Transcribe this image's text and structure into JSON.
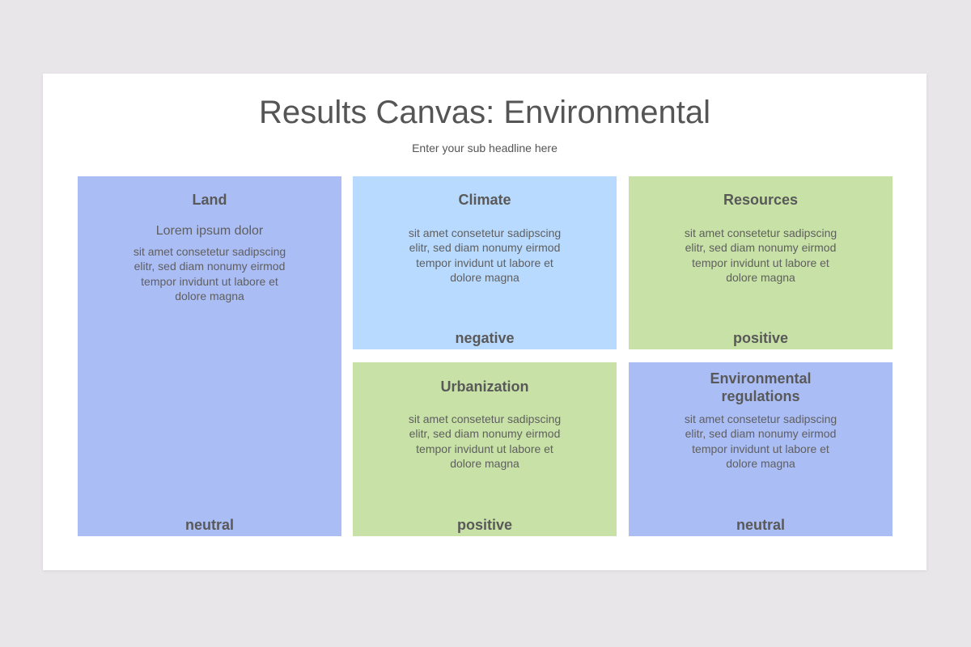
{
  "title": "Results Canvas: Environmental",
  "subtitle": "Enter your sub headline here",
  "colors": {
    "background": "#e8e6e8",
    "slide": "#ffffff",
    "blue": "#abbdf5",
    "light_blue": "#b8daff",
    "green": "#c7e1a6",
    "text": "#555555"
  },
  "cards": {
    "land": {
      "title": "Land",
      "lead": "Lorem ipsum dolor",
      "body": "sit amet consetetur sadipscing elitr, sed diam nonumy eirmod tempor invidunt ut labore et dolore magna",
      "status": "neutral"
    },
    "climate": {
      "title": "Climate",
      "body": "sit amet consetetur sadipscing elitr, sed diam nonumy eirmod tempor invidunt ut labore et dolore magna",
      "status": "negative"
    },
    "resources": {
      "title": "Resources",
      "body": "sit amet consetetur sadipscing elitr, sed diam nonumy eirmod tempor invidunt ut labore et dolore magna",
      "status": "positive"
    },
    "urbanization": {
      "title": "Urbanization",
      "body": "sit amet consetetur sadipscing elitr, sed diam nonumy eirmod tempor invidunt ut labore et dolore magna",
      "status": "positive"
    },
    "regulations": {
      "title": "Environmental regulations",
      "body": "sit amet consetetur sadipscing elitr, sed diam nonumy eirmod tempor invidunt ut labore et dolore magna",
      "status": "neutral"
    }
  }
}
